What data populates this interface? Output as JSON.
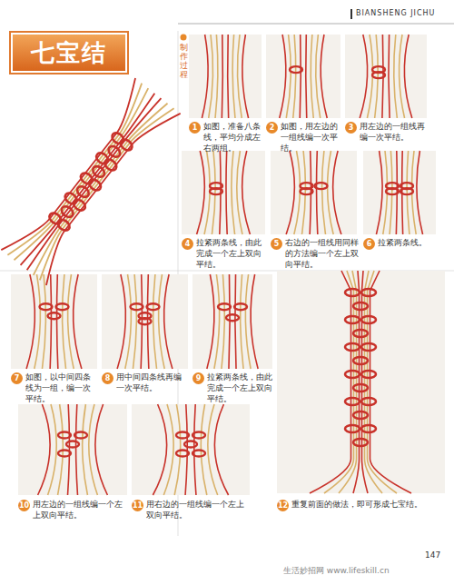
{
  "diagram": {
    "title": "七宝结",
    "nodes": [
      {
        "text": [
          "1",
          "如图，准备八条线，平均分成左右两组。"
        ]
      },
      {
        "text": [
          "2",
          "如图，用左边的一组线编一次平结。"
        ]
      },
      {
        "text": [
          "3",
          "用左边的一组线再编一次平结。"
        ]
      },
      {
        "text": [
          "4",
          "拉紧两条线，由此完成一个左上双向平结。"
        ]
      },
      {
        "text": [
          "5",
          "右边的一组线用同样的方法编一个左上双向平结。"
        ]
      },
      {
        "text": [
          "6",
          "拉紧两条线。"
        ]
      },
      {
        "text": [
          "7",
          "如图，以中间四条线为一组，编一次平结。"
        ]
      },
      {
        "text": [
          "8",
          "用中间四条线再编一次平结。"
        ]
      },
      {
        "text": [
          "9",
          "拉紧两条线，由此完成一个左上双向平结。"
        ]
      },
      {
        "text": [
          "10",
          "用左边的一组线编一个左上双向平结。"
        ]
      },
      {
        "text": [
          "11",
          "用右边的一组线编一个左上双向平结。"
        ]
      },
      {
        "text": [
          "12",
          "重复前面的做法，即可形成七宝结。"
        ]
      }
    ],
    "labels": [
      "BIANSHENG JICHU",
      "制作过程",
      "147",
      "生活妙招网 www.lifeskill.cn"
    ]
  }
}
